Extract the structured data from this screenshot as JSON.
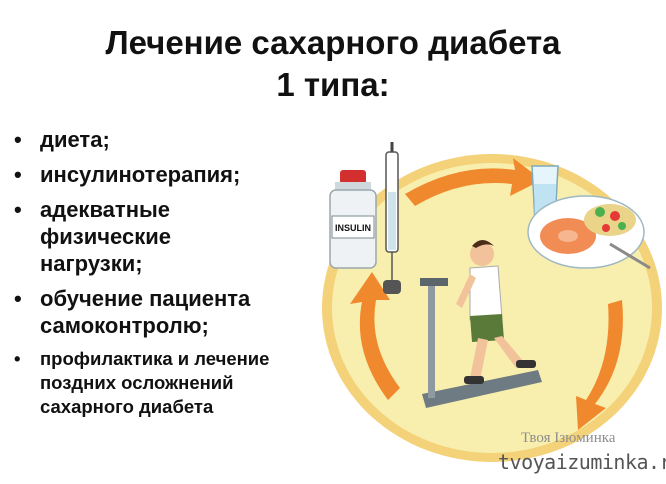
{
  "title": {
    "line1": "Лечение сахарного диабета",
    "line2": "1 типа:"
  },
  "bullets": [
    {
      "text": "диета;"
    },
    {
      "text": "инсулинотерапия;"
    },
    {
      "text": "адекватные физические нагрузки;"
    },
    {
      "text": "обучение пациента самоконтролю;"
    },
    {
      "text": "профилактика и лечение поздних осложнений сахарного диабета"
    }
  ],
  "illustration": {
    "insulin_label": "INSULIN",
    "icons": [
      "insulin-vial-icon",
      "syringe-icon",
      "water-glass-icon",
      "food-plate-icon",
      "treadmill-runner-icon",
      "cycle-arrow-icon"
    ],
    "colors": {
      "background": "#f8efae",
      "ring": "#f3d27a",
      "arrow": "#f0892e"
    }
  },
  "watermark": {
    "line1": "Твоя Ізюминка",
    "line2": "tvoyaizuminka.ru"
  }
}
